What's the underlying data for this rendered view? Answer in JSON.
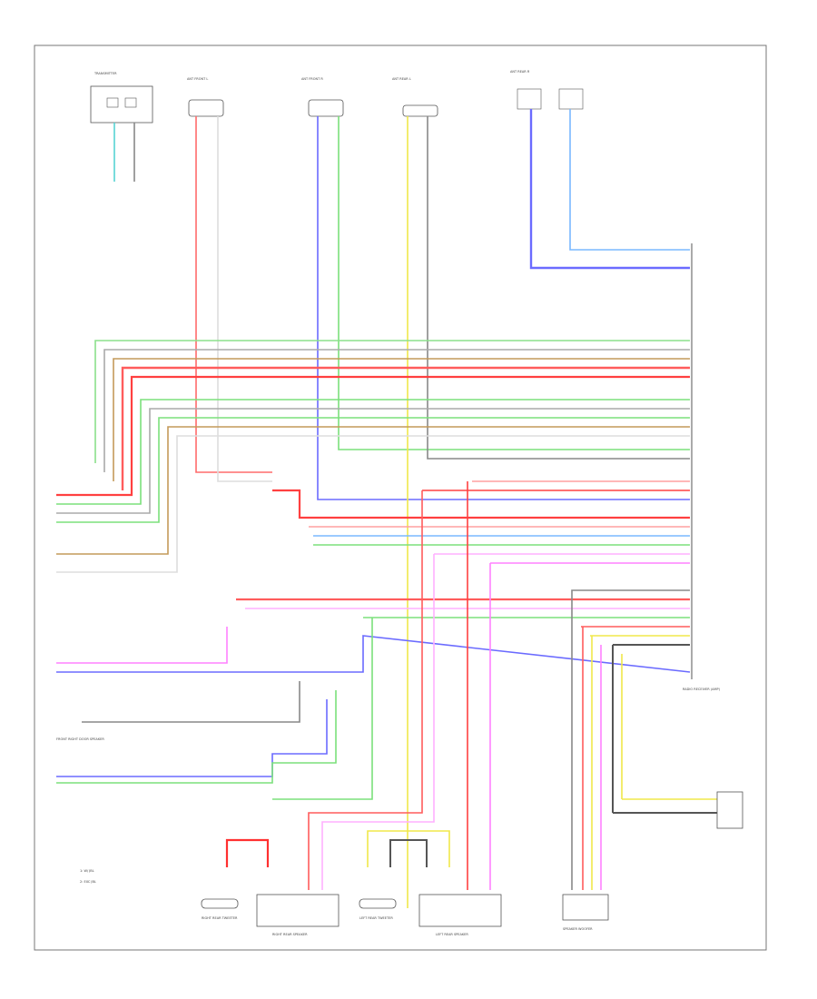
{
  "diagram": {
    "components": {
      "transmitter": "TRANSMITTER",
      "ant_front_l": "ANT FRONT L",
      "ant_front_r": "ANT FRONT R",
      "ant_rear_l": "ANT REAR L",
      "ant_rear_r": "ANT REAR R",
      "radio_receiver": "RADIO RECEIVER (AMP)",
      "front_right_door_speaker": "FRONT RIGHT DOOR SPEAKER",
      "right_rear_speaker": "RIGHT REAR SPEAKER",
      "right_rear_tweeter": "RIGHT REAR TWEETER",
      "left_rear_speaker": "LEFT REAR SPEAKER",
      "left_rear_tweeter": "LEFT REAR TWEETER",
      "speaker_woofer": "SPEAKER WOOFER",
      "note_1": "1: W/ JBL",
      "note_2": "2: EXC JBL"
    }
  }
}
